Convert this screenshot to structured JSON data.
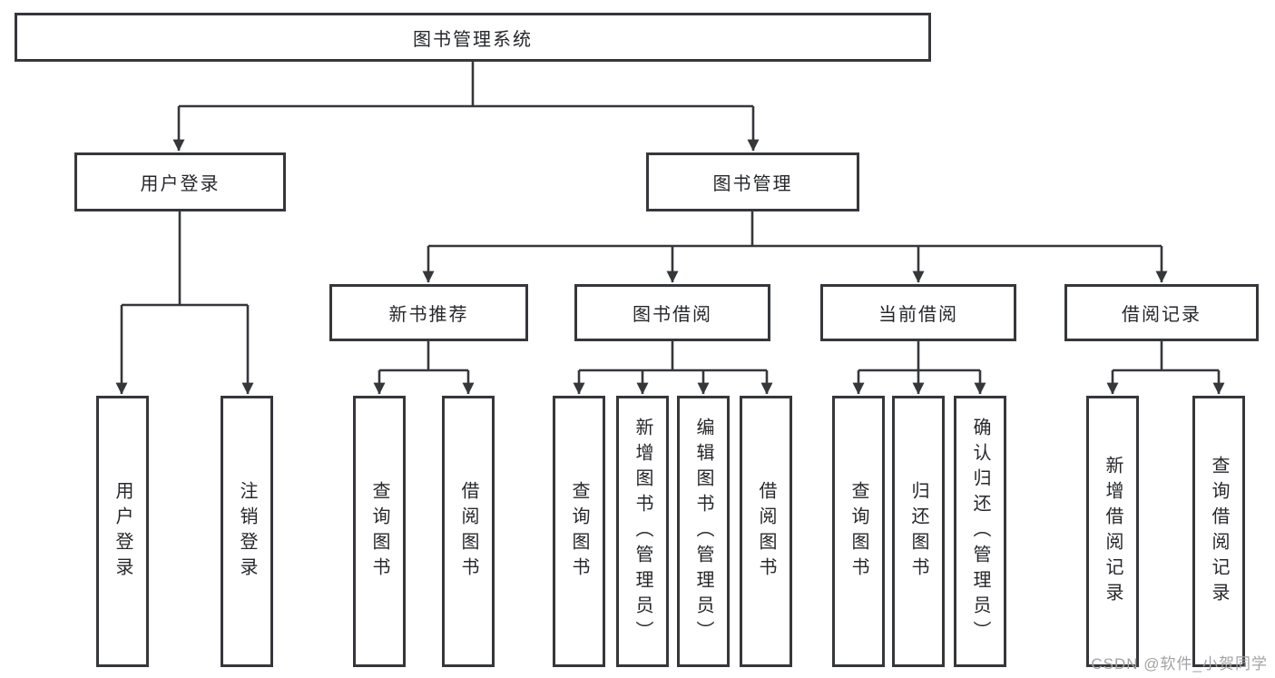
{
  "colors": {
    "line": "#35373b",
    "text": "#26272b",
    "watermark": "#a3a3a3",
    "box_bg": "#ffffff"
  },
  "watermark": "CSDN @软件_小贺同学",
  "tree": {
    "root": "图书管理系统",
    "level2": [
      "用户登录",
      "图书管理"
    ],
    "level3": [
      "新书推荐",
      "图书借阅",
      "当前借阅",
      "借阅记录"
    ],
    "leaves": {
      "login": [
        "用户登录",
        "注销登录"
      ],
      "recommend": [
        "查询图书",
        "借阅图书"
      ],
      "borrow": [
        "查询图书",
        "新增图书（管理员）",
        "编辑图书（管理员）",
        "借阅图书"
      ],
      "current": [
        "查询图书",
        "归还图书",
        "确认归还（管理员）"
      ],
      "records": [
        "新增借阅记录",
        "查询借阅记录"
      ]
    }
  }
}
